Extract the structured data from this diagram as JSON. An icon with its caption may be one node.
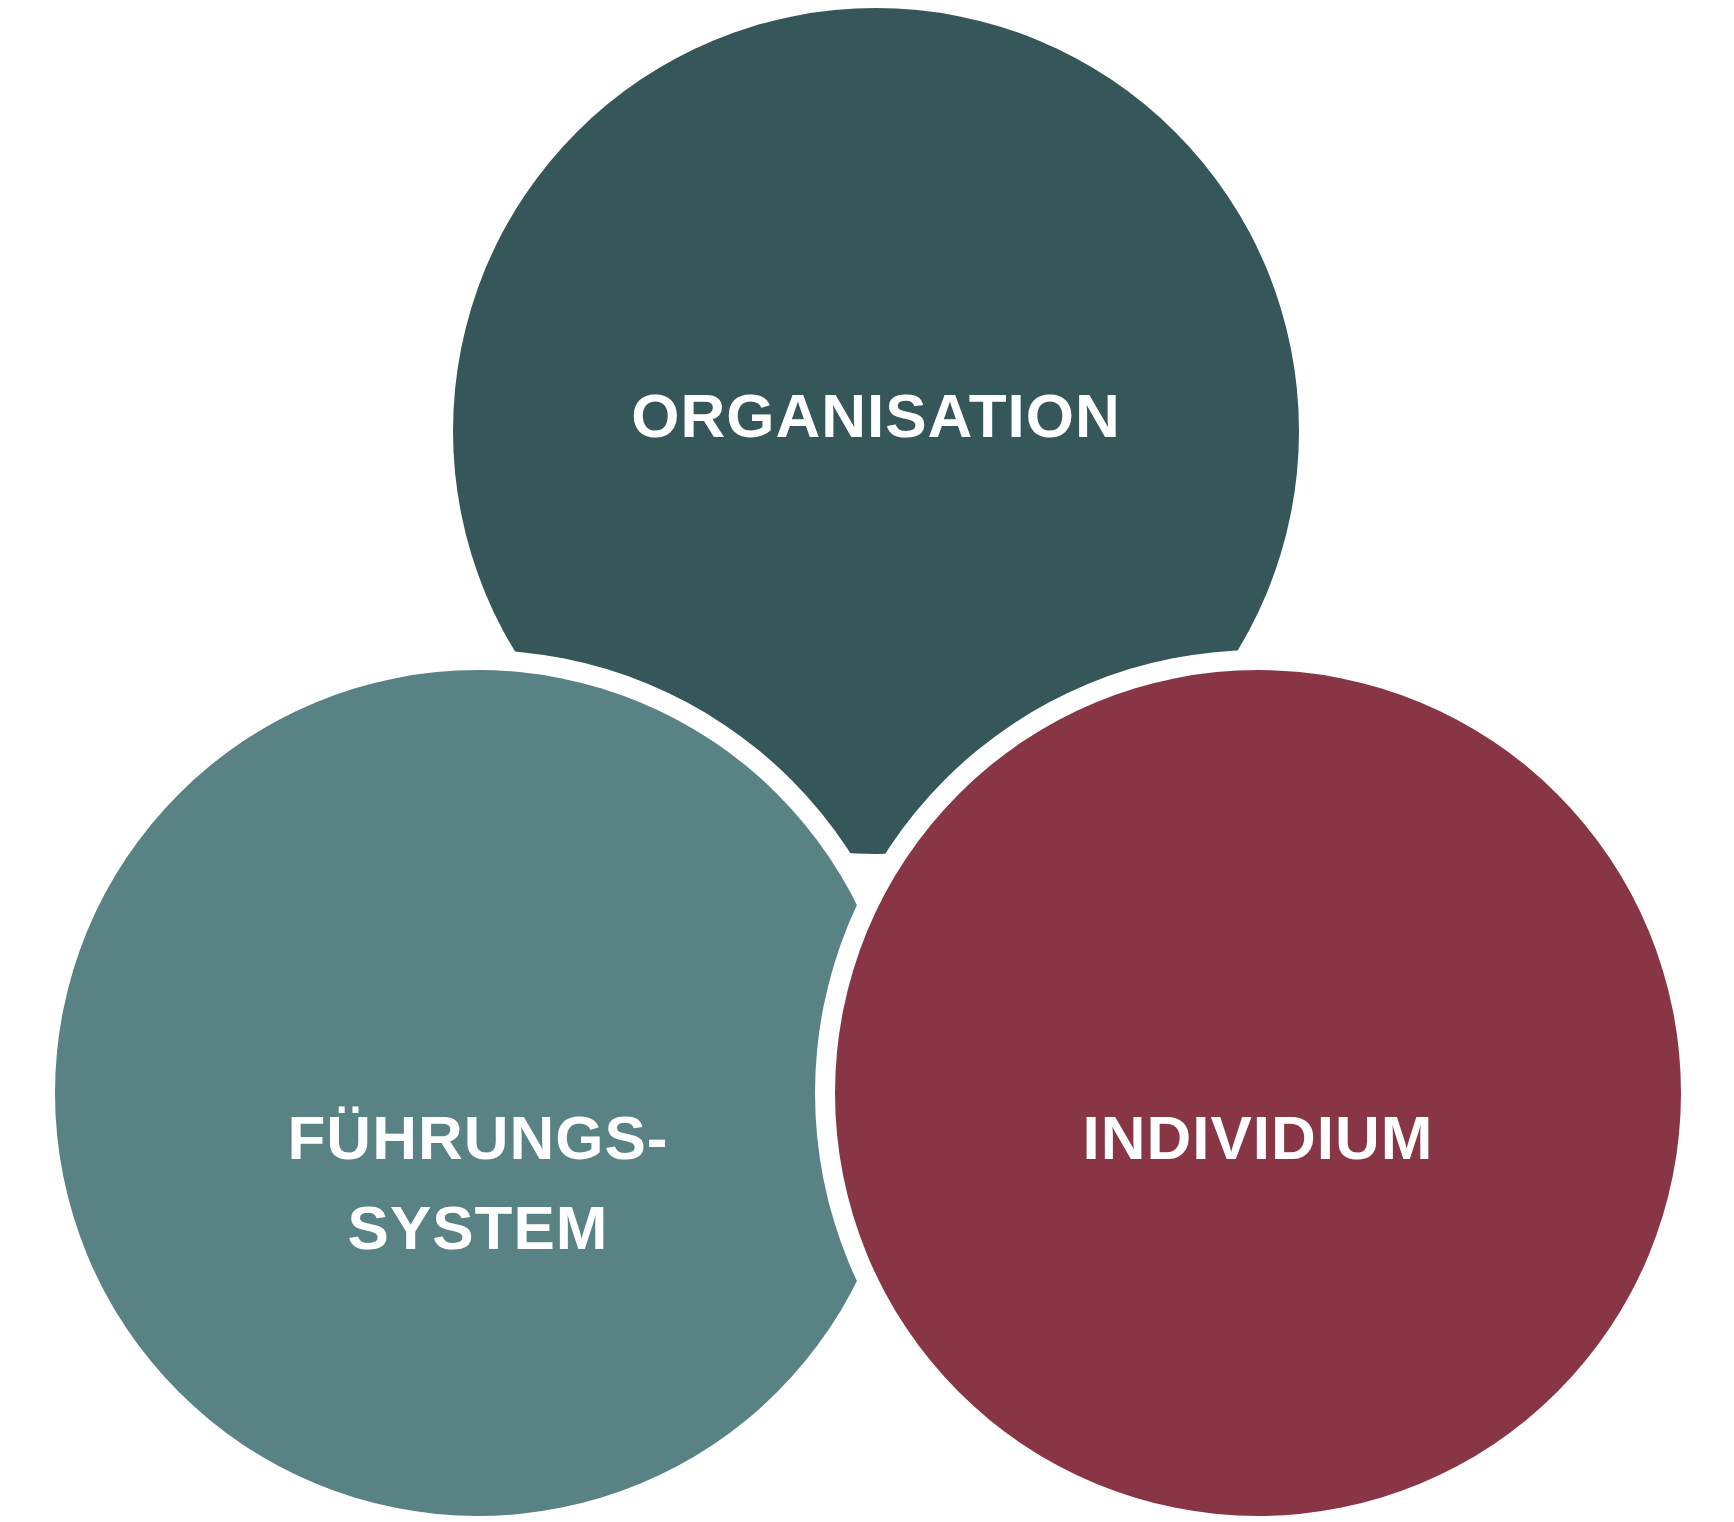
{
  "diagram": {
    "nodes": [
      {
        "text": [
          "ORGANISATION"
        ]
      },
      {
        "text": [
          "FÜHRUNGS- SYSTEM"
        ]
      },
      {
        "text": [
          "INDIVIDIUM"
        ]
      }
    ]
  }
}
